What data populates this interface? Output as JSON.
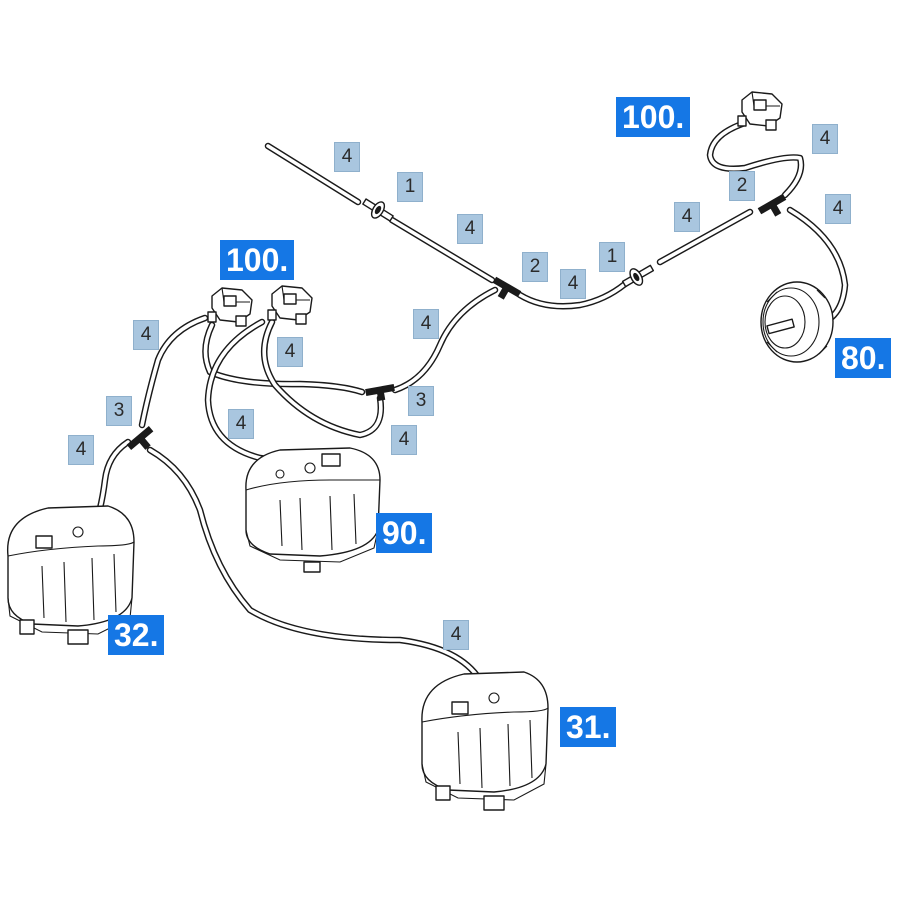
{
  "hose_labels": [
    {
      "id": "h-top-left",
      "text": "4"
    },
    {
      "id": "h-top-mid",
      "text": "4"
    },
    {
      "id": "h-mid-right",
      "text": "4"
    },
    {
      "id": "h-right-upper",
      "text": "4"
    },
    {
      "id": "h-right-loop",
      "text": "4"
    },
    {
      "id": "h-right-80",
      "text": "4"
    },
    {
      "id": "h-center-diag",
      "text": "4"
    },
    {
      "id": "h-left-valve",
      "text": "4"
    },
    {
      "id": "h-mid-valve",
      "text": "4"
    },
    {
      "id": "h-center-loop",
      "text": "4"
    },
    {
      "id": "h-left-32",
      "text": "4"
    },
    {
      "id": "h-to-90",
      "text": "4"
    },
    {
      "id": "h-to-31",
      "text": "4"
    }
  ],
  "fitting_labels": [
    {
      "id": "f-nozzle-1a",
      "text": "1"
    },
    {
      "id": "f-nozzle-1b",
      "text": "1"
    },
    {
      "id": "f-tee-2a",
      "text": "2"
    },
    {
      "id": "f-tee-2b",
      "text": "2"
    },
    {
      "id": "f-tee-3a",
      "text": "3"
    },
    {
      "id": "f-tee-3b",
      "text": "3"
    }
  ],
  "assembly_labels": [
    {
      "id": "a-valve-right",
      "text": "100."
    },
    {
      "id": "a-valve-left",
      "text": "100."
    },
    {
      "id": "a-pump-80",
      "text": "80."
    },
    {
      "id": "a-tank-90",
      "text": "90."
    },
    {
      "id": "a-tank-32",
      "text": "32."
    },
    {
      "id": "a-tank-31",
      "text": "31."
    }
  ],
  "colors": {
    "assembly_label_bg": "#1577e5",
    "hose_label_bg": "#a9c6df"
  }
}
